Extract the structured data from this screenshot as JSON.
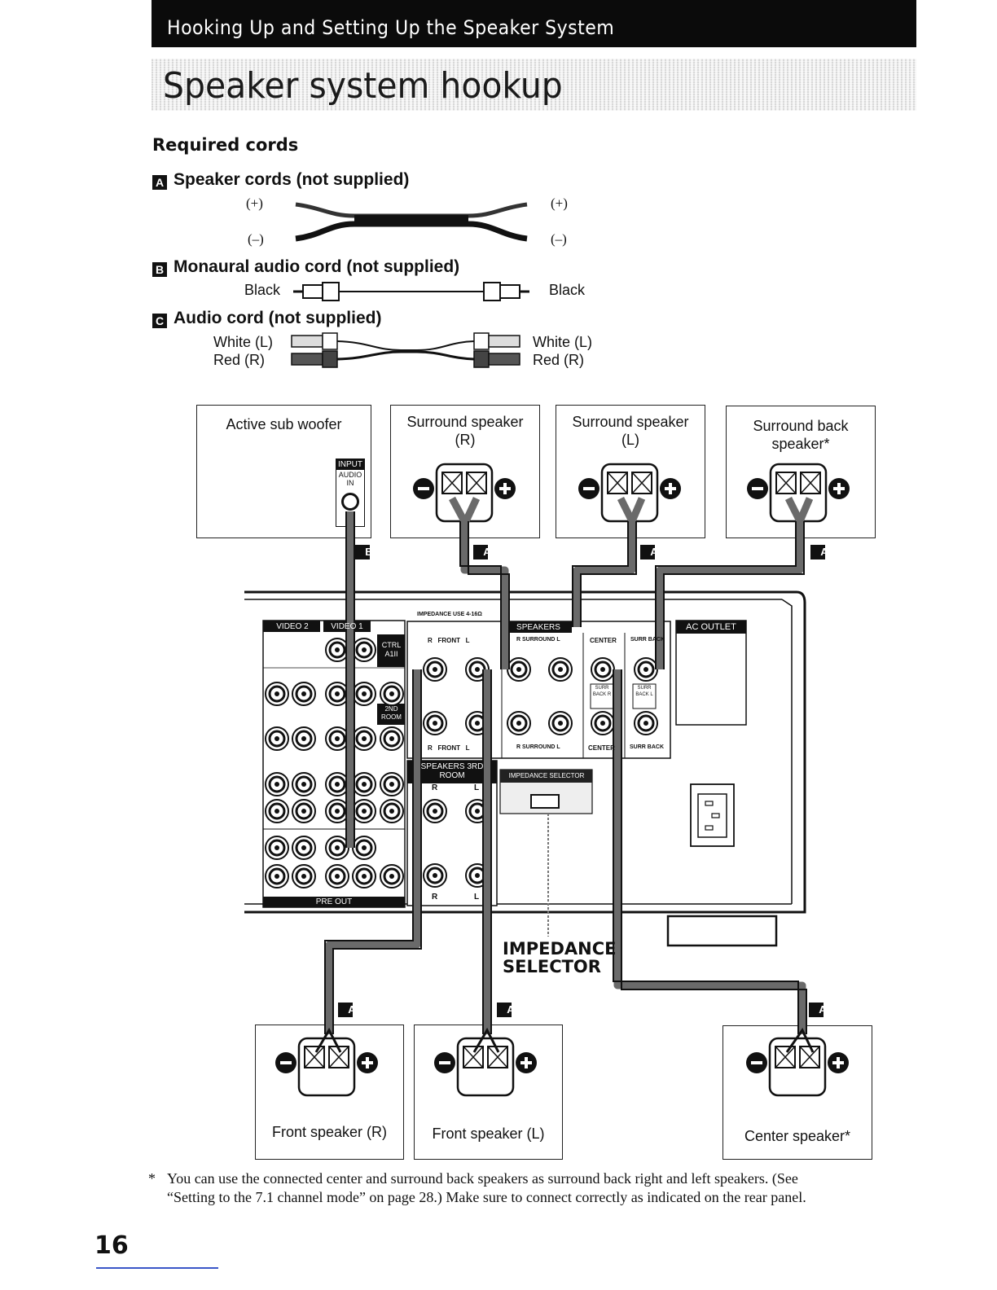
{
  "header": {
    "title": "Hooking Up and Setting Up the Speaker System"
  },
  "section": {
    "title": "Speaker system hookup"
  },
  "required": {
    "heading": "Required cords",
    "cords": [
      {
        "letter": "A",
        "title": "Speaker cords (not supplied)",
        "left_top": "(+)",
        "left_bottom": "(–)",
        "right_top": "(+)",
        "right_bottom": "(–)"
      },
      {
        "letter": "B",
        "title": "Monaural audio cord (not supplied)",
        "left": "Black",
        "right": "Black"
      },
      {
        "letter": "C",
        "title": "Audio cord (not supplied)",
        "left_top": "White (L)",
        "left_bottom": "Red (R)",
        "right_top": "White (L)",
        "right_bottom": "Red (R)"
      }
    ]
  },
  "speakers": {
    "sub": {
      "label": "Active sub woofer",
      "jack_title": "INPUT",
      "jack_sub": "AUDIO IN"
    },
    "surround_r": {
      "line1": "Surround speaker",
      "line2": "(R)"
    },
    "surround_l": {
      "line1": "Surround speaker",
      "line2": "(L)"
    },
    "surround_back": {
      "line1": "Surround back",
      "line2": "speaker*"
    },
    "front_r": {
      "label": "Front speaker (R)"
    },
    "front_l": {
      "label": "Front speaker (L)"
    },
    "center": {
      "label": "Center speaker*"
    }
  },
  "cord_tags": {
    "a": "A",
    "b": "B"
  },
  "panel": {
    "video2": "VIDEO 2",
    "video1": "VIDEO 1",
    "ctrl": "CTRL A1II",
    "second_room": "2ND ROOM",
    "speakers": "SPEAKERS",
    "impedance_use": "IMPEDANCE USE 4-16Ω",
    "front_top": "R   FRONT   L",
    "surround_top": "R SURROUND L",
    "center_top": "CENTER",
    "surr_back_top": "SURR BACK",
    "front_bottom": "R   FRONT   L",
    "surround_bottom": "R SURROUND L",
    "center_bottom": "CENTER",
    "surr_back_bottom": "SURR BACK",
    "surr_back_r": "SURR BACK R",
    "surr_back_l": "SURR BACK L",
    "speakers_3rd": "SPEAKERS 3RD ROOM",
    "r": "R",
    "l": "L",
    "impedance_selector": "IMPEDANCE SELECTOR",
    "ac_outlet": "AC OUTLET",
    "pre_out": "PRE OUT"
  },
  "impedance_label": {
    "line1": "IMPEDANCE",
    "line2": "SELECTOR"
  },
  "footnote": {
    "mark": "*",
    "text1": "You can use the connected center and surround back speakers as surround back right and left speakers. (See",
    "text2": "“Setting to the 7.1 channel mode” on page 28.) Make sure to connect correctly as indicated on the rear panel."
  },
  "page": {
    "number": "16"
  }
}
